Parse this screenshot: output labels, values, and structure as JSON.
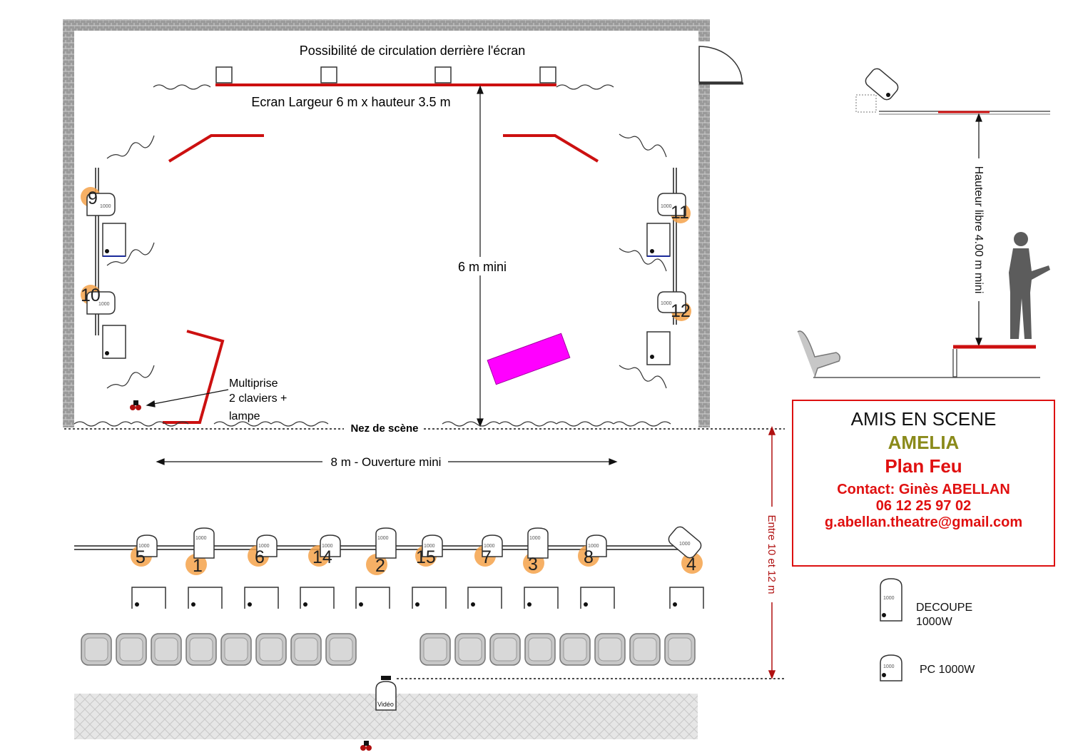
{
  "stage": {
    "rear_circulation": "Possibilité de circulation derrière l'écran",
    "screen_label": "Ecran Largeur 6 m x hauteur 3.5 m",
    "depth_label": "6 m  mini",
    "stage_edge": "Nez de scène",
    "opening_label": "8 m - Ouverture mini",
    "multiprise": [
      "Multiprise",
      "2 claviers +",
      "lampe"
    ]
  },
  "front_distance": "Entre 10 et 12 m",
  "side_view": {
    "height_label": "Hauteur libre 4.00 m mini"
  },
  "title_box": {
    "company": "AMIS EN SCENE",
    "show": "AMELIA",
    "plan": "Plan Feu",
    "contact": "Contact:  Ginès ABELLAN",
    "phone": "06 12 25 97 02",
    "email": "g.abellan.theatre@gmail.com"
  },
  "legend": {
    "decoupe": [
      "DECOUPE",
      "1000W"
    ],
    "pc": "PC 1000W"
  },
  "fixture_power": "1000",
  "video_label": "Vidéo",
  "projectors": {
    "left_side": [
      "9",
      "10"
    ],
    "right_side": [
      "11",
      "12"
    ],
    "front_bar": [
      "5",
      "1",
      "6",
      "14",
      "2",
      "15",
      "7",
      "3",
      "8",
      "4"
    ]
  },
  "colors": {
    "stage_red": "#cc1010",
    "gel_orange": "#f4a24a",
    "magenta": "#ff00ff",
    "wall_grey": "#8a8a8a",
    "contact_red": "#e01010",
    "title_olive": "#8a8a1a"
  }
}
